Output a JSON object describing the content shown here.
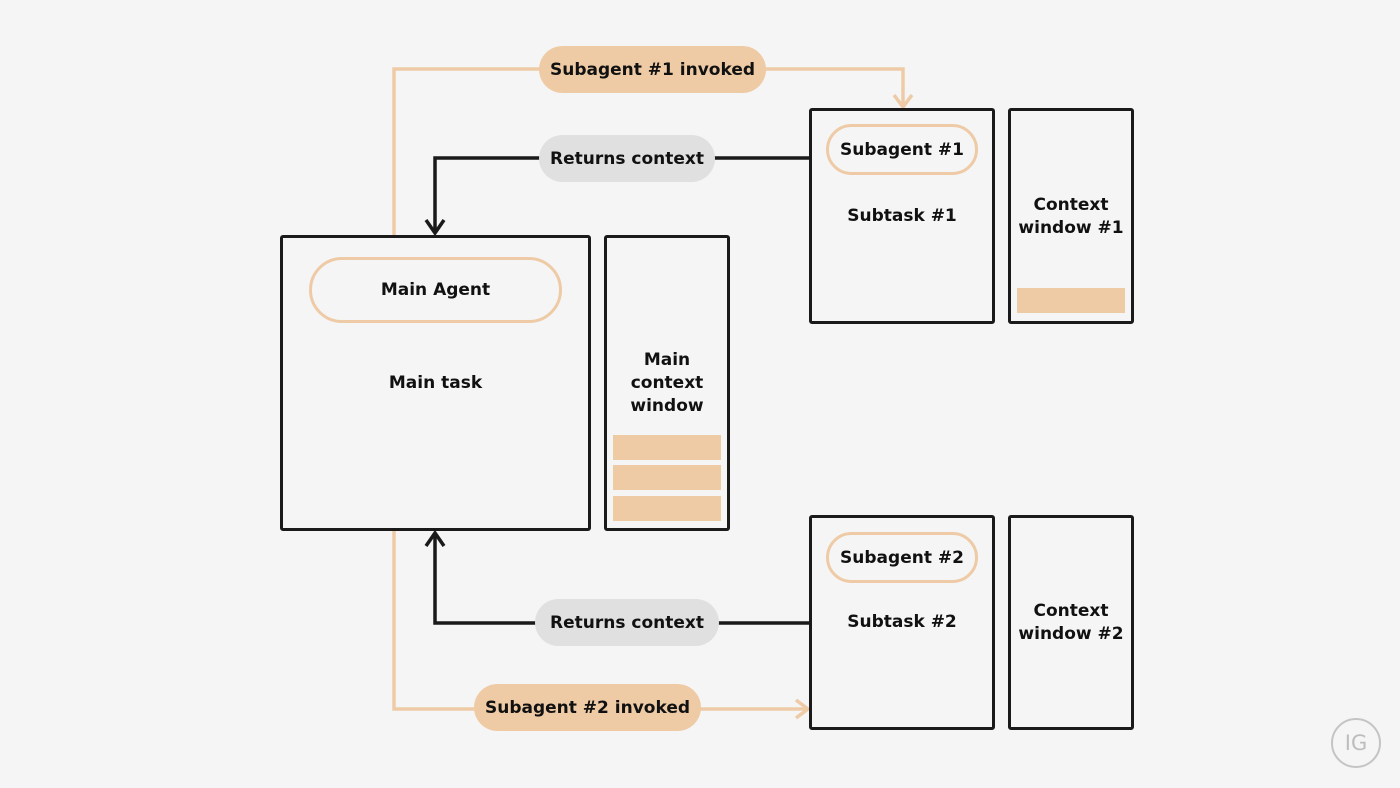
{
  "colors": {
    "background": "#f5f5f5",
    "outline": "#1a1a1a",
    "accent": "#efcba5",
    "accent_line": "#eecba6",
    "gray_pill": "#e0e0e0",
    "watermark": "#c4c4c4"
  },
  "main": {
    "agent_label": "Main Agent",
    "task_label": "Main task",
    "context_label_line1": "Main",
    "context_label_line2": "context",
    "context_label_line3": "window",
    "context_blocks": 3
  },
  "subagent1": {
    "agent_label": "Subagent #1",
    "task_label": "Subtask #1",
    "context_label_line1": "Context",
    "context_label_line2": "window #1",
    "context_blocks": 1,
    "invoked_label": "Subagent #1 invoked",
    "returns_label": "Returns context"
  },
  "subagent2": {
    "agent_label": "Subagent #2",
    "task_label": "Subtask #2",
    "context_label_line1": "Context",
    "context_label_line2": "window #2",
    "context_blocks": 0,
    "invoked_label": "Subagent #2 invoked",
    "returns_label": "Returns context"
  },
  "watermark": {
    "text": "IG"
  }
}
